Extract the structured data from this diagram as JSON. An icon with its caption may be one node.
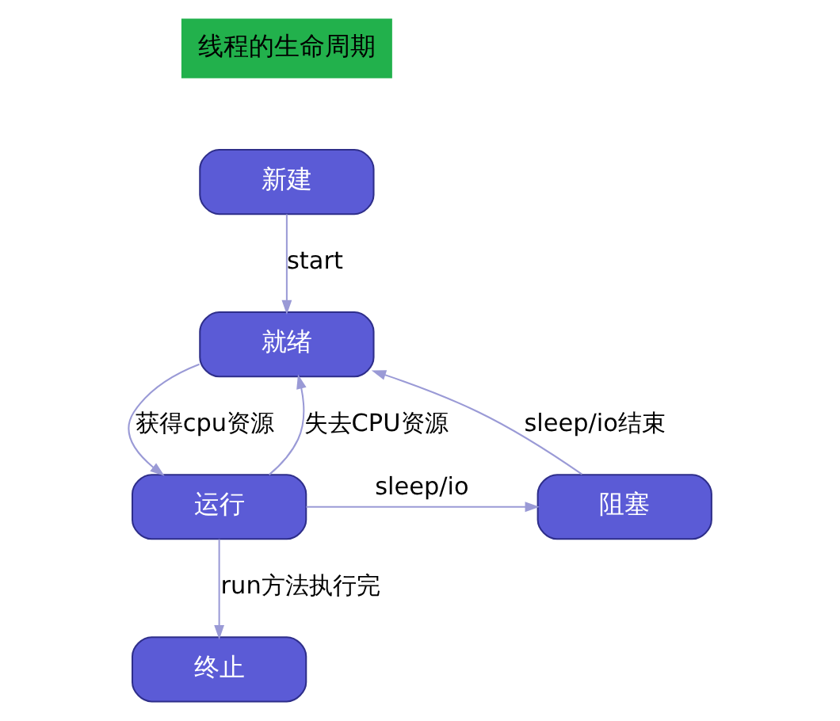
{
  "diagram": {
    "nodes": [
      {
        "text": [
          "线程的生命周期"
        ]
      },
      {
        "text": [
          "新建"
        ]
      },
      {
        "text": [
          "就绪"
        ]
      },
      {
        "text": [
          "运行"
        ]
      },
      {
        "text": [
          "阻塞"
        ]
      },
      {
        "text": [
          "终止"
        ]
      }
    ],
    "edges": [
      {
        "from": 1,
        "to": 2,
        "arrow": "to",
        "label": "start"
      },
      {
        "from": 2,
        "to": 3,
        "arrow": "to",
        "label": "获得cpu资源"
      },
      {
        "from": 3,
        "to": 2,
        "arrow": "to",
        "label": "失去CPU资源"
      },
      {
        "from": 3,
        "to": 4,
        "arrow": "to",
        "label": "sleep/io"
      },
      {
        "from": 4,
        "to": 2,
        "arrow": "to",
        "label": "sleep/io结束"
      },
      {
        "from": 3,
        "to": 5,
        "arrow": "to",
        "label": "run方法执行完"
      }
    ]
  }
}
